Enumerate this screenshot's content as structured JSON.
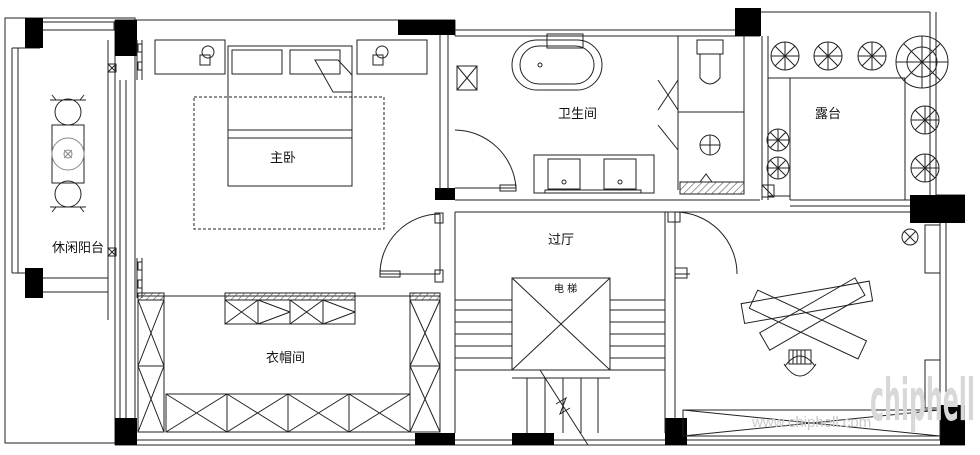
{
  "rooms": {
    "master_bedroom": "主卧",
    "bathroom": "卫生间",
    "terrace": "露台",
    "leisure_balcony": "休闲阳台",
    "hallway": "过厅",
    "cloakroom": "衣帽间",
    "elevator": "电 梯"
  },
  "watermark": {
    "url": "www.chiphell.com",
    "logo": "chiphell"
  },
  "colors": {
    "wall_fill": "#000000",
    "line": "#222222",
    "hatch": "#555555",
    "background": "#ffffff"
  }
}
